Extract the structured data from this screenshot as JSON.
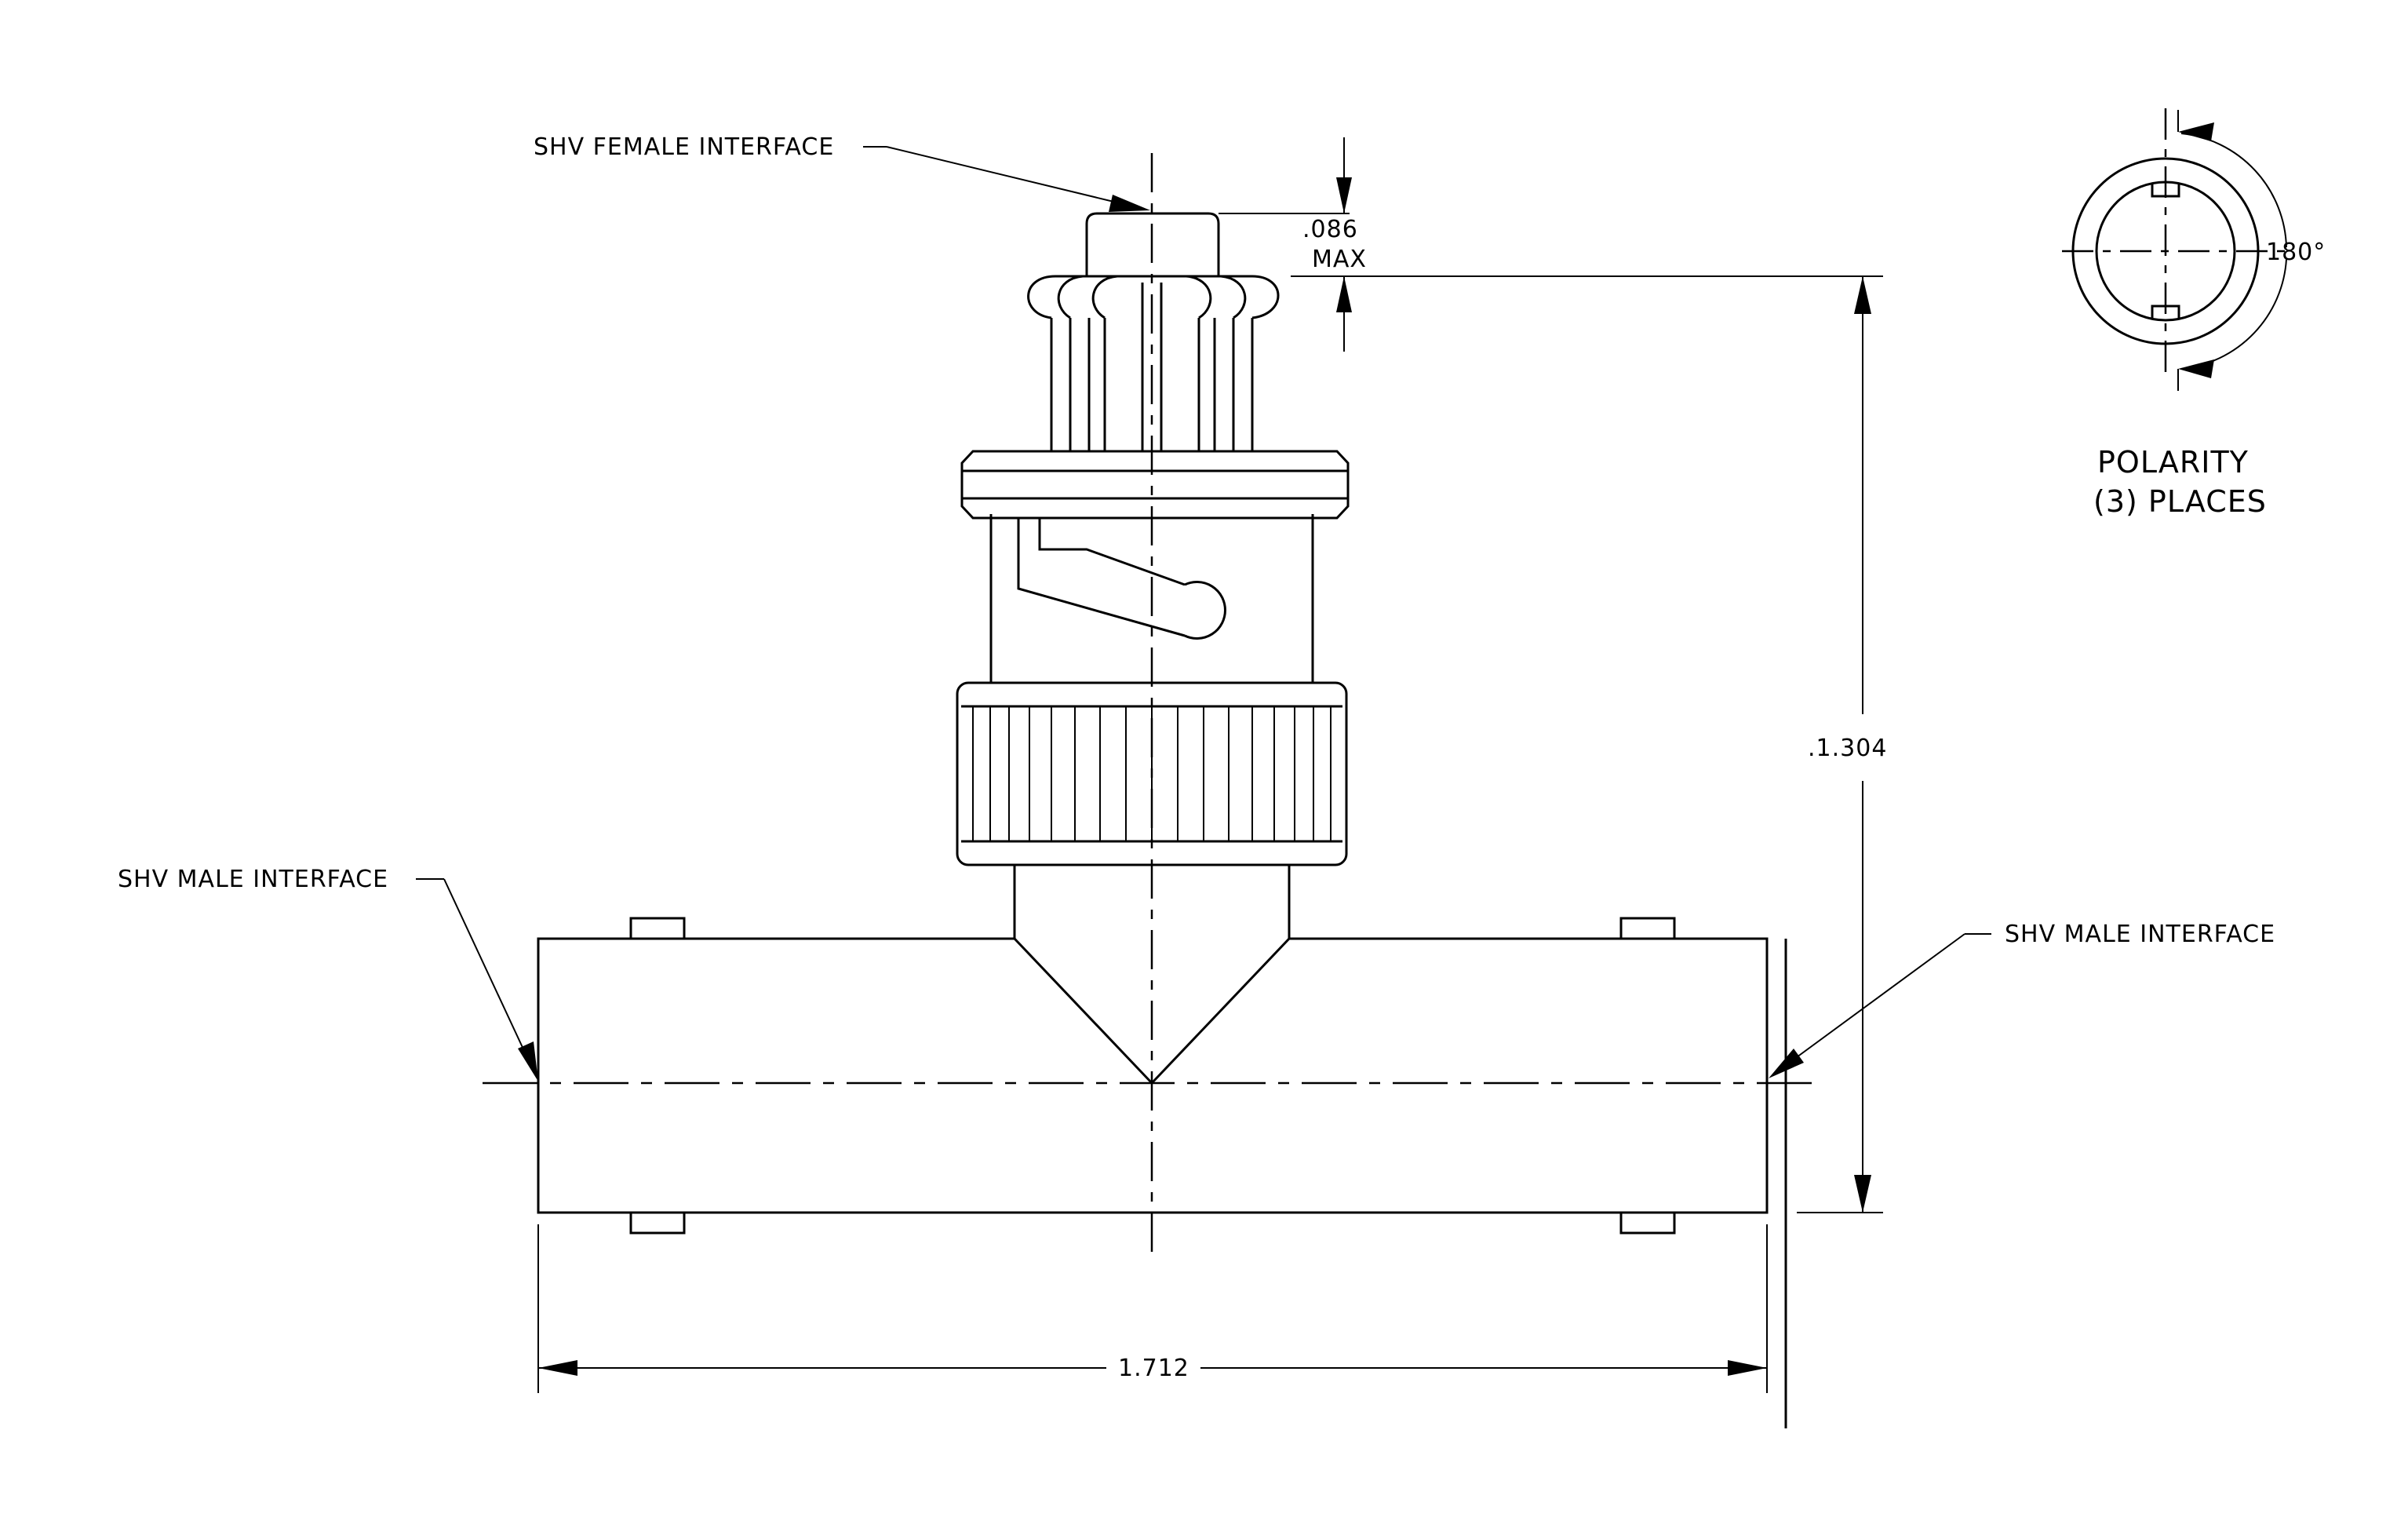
{
  "labels": {
    "female_interface": "SHV FEMALE INTERFACE",
    "male_interface_left": "SHV MALE INTERFACE",
    "male_interface_right": "SHV MALE INTERFACE",
    "dim_top_value": ".086",
    "dim_top_suffix": "MAX",
    "dim_height": ".1.304",
    "dim_width": "1.712",
    "angle": "180°",
    "polarity_line1": "POLARITY",
    "polarity_line2": "(3) PLACES"
  }
}
